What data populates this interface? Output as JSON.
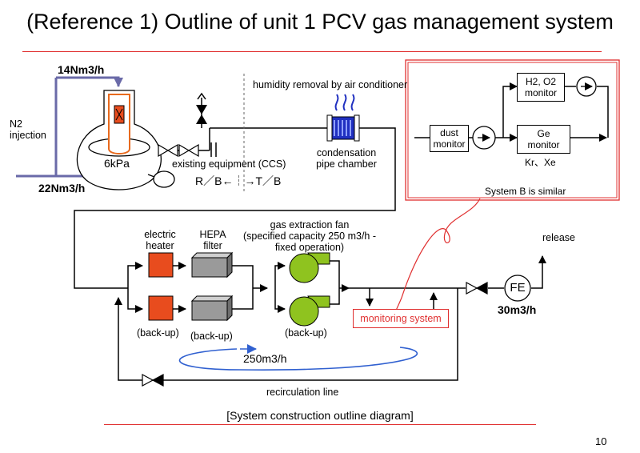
{
  "title": "(Reference 1) Outline of unit 1 PCV gas management system",
  "labels": {
    "n2_flow": "14Nm3/h",
    "n2_injection": "N2\ninjection",
    "pressure": "6kPa",
    "flow_22": "22Nm3/h",
    "existing_equipment": "existing equipment (CCS)",
    "rb_tb": "R／B←┆→T／B",
    "humidity": "humidity removal by air conditioner",
    "condensation": "condensation\npipe chamber",
    "electric_heater": "electric\nheater",
    "hepa": "HEPA\nfilter",
    "gas_fan": "gas extraction fan\n(specified capacity 250 m3/h -\nfixed operation)",
    "backup_heater": "(back-up)",
    "backup_hepa": "(back-up)",
    "backup_fan": "(back-up)",
    "flow_250": "250m3/h",
    "recirculation": "recirculation line",
    "release": "release",
    "fe": "FE",
    "flow_30": "30m3/h",
    "monitoring_system": "monitoring system",
    "caption": "[System construction outline diagram]",
    "page_number": "10"
  },
  "inset": {
    "dust_monitor": "dust\nmonitor",
    "h2o2_monitor": "H2, O2\nmonitor",
    "ge_monitor": "Ge\nmonitor",
    "kr_xe": "Kr、Xe",
    "system_b": "System B is similar"
  },
  "colors": {
    "accent_red": "#e03030",
    "heater_orange": "#e84c1e",
    "hepa_gray": "#9a9a9a",
    "fan_green": "#8fc31f",
    "n2_purple": "#6a6aa8",
    "flow_blue": "#3060d0",
    "chamber_blue": "#2030c0"
  }
}
